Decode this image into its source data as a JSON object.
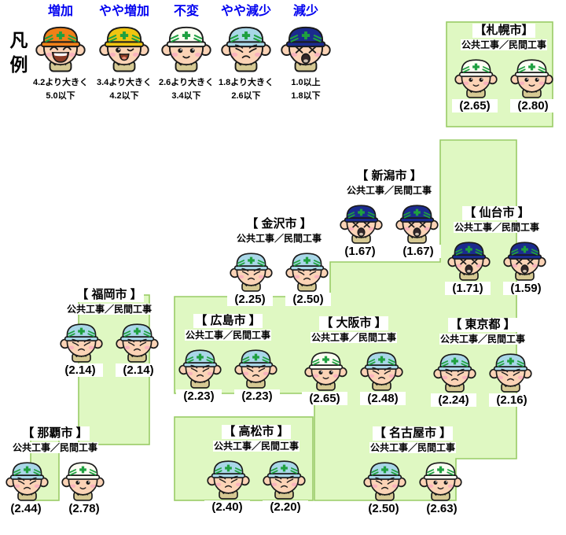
{
  "legend": {
    "title": "凡例",
    "items": [
      {
        "label": "増加",
        "mood": "big-smile",
        "range1": "4.2より大きく",
        "range2": "5.0以下"
      },
      {
        "label": "やや増加",
        "mood": "wink",
        "range1": "3.4より大きく",
        "range2": "4.2以下"
      },
      {
        "label": "不変",
        "mood": "neutral",
        "range1": "2.6より大きく",
        "range2": "3.4以下"
      },
      {
        "label": "やや減少",
        "mood": "sad",
        "range1": "1.8より大きく",
        "range2": "2.6以下"
      },
      {
        "label": "減少",
        "mood": "x-eyes",
        "range1": "1.0以上",
        "range2": "1.8以下"
      }
    ],
    "label_color": "#0000F0"
  },
  "shared": {
    "subtitle": "公共工事／民間工事"
  },
  "map": {
    "fill": "#DFF8C2",
    "border": "#99CC66"
  },
  "moods": {
    "big-smile": {
      "helmet": "#F08018"
    },
    "wink": {
      "helmet": "#EFC511"
    },
    "neutral": {
      "helmet": "#FBFDF2"
    },
    "sad": {
      "helmet": "#A9D7E8"
    },
    "x-eyes": {
      "helmet": "#1B2B8E"
    }
  },
  "palette": {
    "outline": "#1A1A1A",
    "green": "#1FA040",
    "face": "#FBD3B6",
    "cheek": "#F8ADBE",
    "body": "#D6C993"
  },
  "cities": [
    {
      "id": "sapporo",
      "label": "【札幌市】",
      "workers": [
        {
          "mood": "neutral",
          "value": "(2.65)"
        },
        {
          "mood": "neutral",
          "value": "(2.80)"
        }
      ]
    },
    {
      "id": "niigata",
      "label": "【 新潟市 】",
      "workers": [
        {
          "mood": "x-eyes",
          "value": "(1.67)"
        },
        {
          "mood": "x-eyes",
          "value": "(1.67)"
        }
      ]
    },
    {
      "id": "sendai",
      "label": "【 仙台市 】",
      "workers": [
        {
          "mood": "x-eyes",
          "value": "(1.71)"
        },
        {
          "mood": "x-eyes",
          "value": "(1.59)"
        }
      ]
    },
    {
      "id": "kanazawa",
      "label": "【 金沢市 】",
      "workers": [
        {
          "mood": "sad",
          "value": "(2.25)"
        },
        {
          "mood": "sad",
          "value": "(2.50)"
        }
      ]
    },
    {
      "id": "fukuoka",
      "label": "【 福岡市 】",
      "workers": [
        {
          "mood": "sad",
          "value": "(2.14)"
        },
        {
          "mood": "sad",
          "value": "(2.14)"
        }
      ]
    },
    {
      "id": "hiroshima",
      "label": "【 広島市 】",
      "workers": [
        {
          "mood": "sad",
          "value": "(2.23)"
        },
        {
          "mood": "sad",
          "value": "(2.23)"
        }
      ]
    },
    {
      "id": "osaka",
      "label": "【 大阪市 】",
      "workers": [
        {
          "mood": "neutral",
          "value": "(2.65)"
        },
        {
          "mood": "sad",
          "value": "(2.48)"
        }
      ]
    },
    {
      "id": "tokyo",
      "label": "【 東京都 】",
      "workers": [
        {
          "mood": "sad",
          "value": "(2.24)"
        },
        {
          "mood": "sad",
          "value": "(2.16)"
        }
      ]
    },
    {
      "id": "naha",
      "label": "【 那覇市 】",
      "workers": [
        {
          "mood": "sad",
          "value": "(2.44)"
        },
        {
          "mood": "neutral",
          "value": "(2.78)"
        }
      ]
    },
    {
      "id": "takamatsu",
      "label": "【 高松市 】",
      "workers": [
        {
          "mood": "sad",
          "value": "(2.40)"
        },
        {
          "mood": "sad",
          "value": "(2.20)"
        }
      ]
    },
    {
      "id": "nagoya",
      "label": "【 名古屋市 】",
      "workers": [
        {
          "mood": "sad",
          "value": "(2.50)"
        },
        {
          "mood": "neutral",
          "value": "(2.63)"
        }
      ]
    }
  ]
}
